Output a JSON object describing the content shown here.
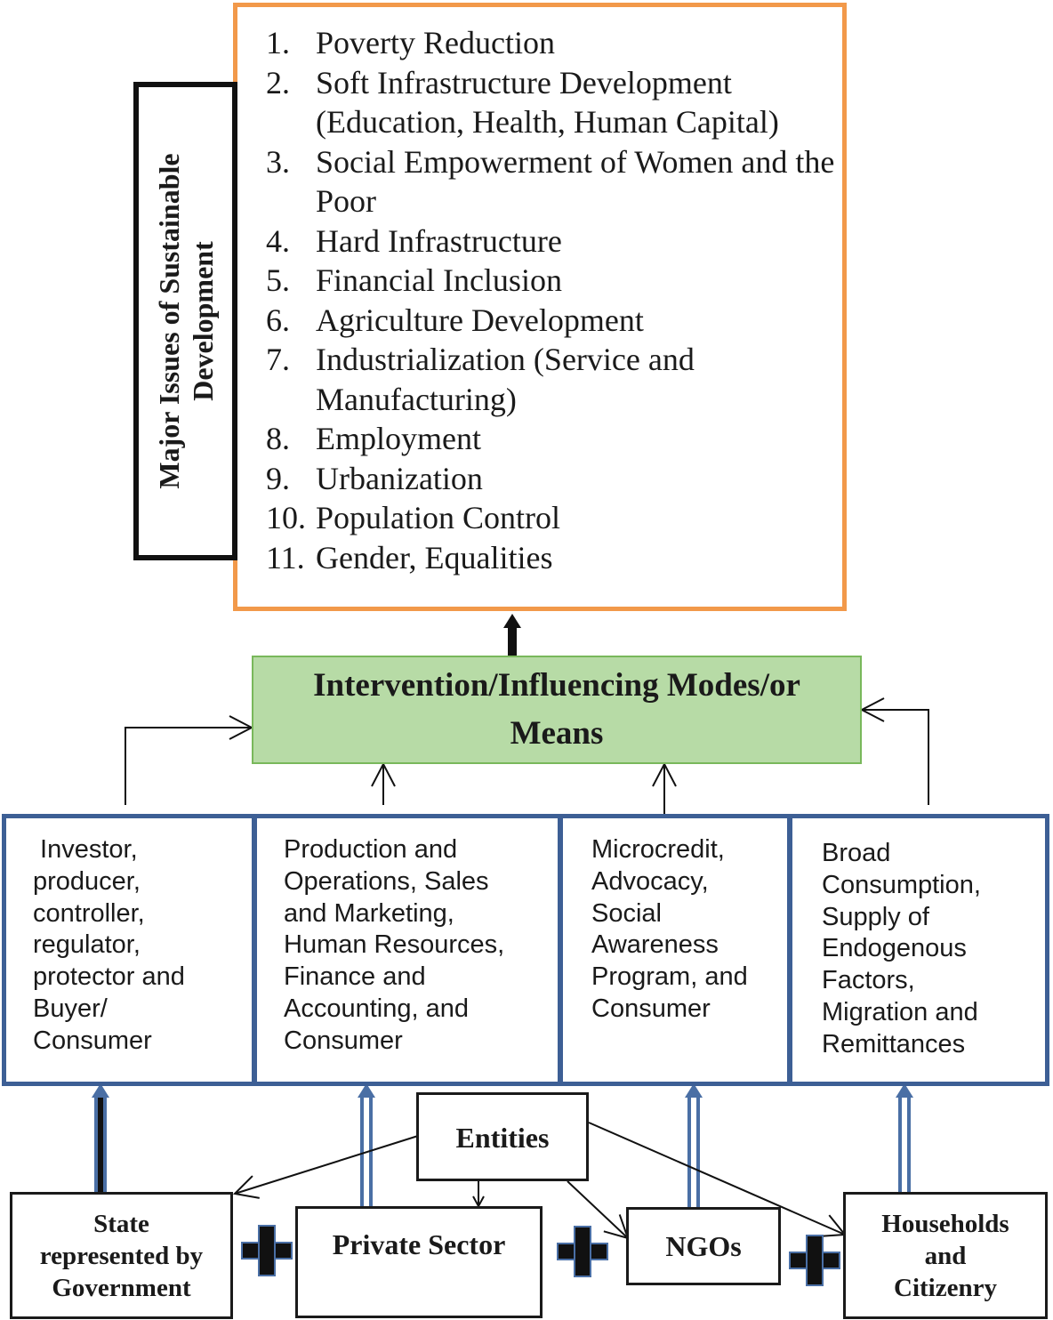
{
  "side_label": "Major Issues of Sustainable Development",
  "issues": [
    {
      "num": "1.",
      "text": "Poverty Reduction"
    },
    {
      "num": "2.",
      "text": "Soft Infrastructure Development (Education, Health, Human Capital)"
    },
    {
      "num": "3.",
      "text": "Social Empowerment of Women and the Poor"
    },
    {
      "num": "4.",
      "text": "Hard Infrastructure"
    },
    {
      "num": "5.",
      "text": "Financial Inclusion"
    },
    {
      "num": "6.",
      "text": "Agriculture Development"
    },
    {
      "num": "7.",
      "text": "Industrialization (Service and Manufacturing)"
    },
    {
      "num": "8.",
      "text": "Employment"
    },
    {
      "num": "9.",
      "text": "Urbanization"
    },
    {
      "num": "10.",
      "text": "Population Control"
    },
    {
      "num": "11.",
      "text": "Gender, Equalities"
    }
  ],
  "intervention": {
    "line1": "Intervention/Influencing Modes/or",
    "line2": "Means"
  },
  "roles": [
    {
      "lines": [
        " Investor,",
        "producer,",
        "controller,",
        "regulator,",
        "protector and",
        "Buyer/",
        "Consumer"
      ]
    },
    {
      "lines": [
        "Production and",
        "Operations, Sales",
        "and Marketing,",
        "Human Resources,",
        "Finance and",
        "Accounting, and",
        "Consumer"
      ]
    },
    {
      "lines": [
        "Microcredit,",
        "Advocacy,",
        "Social",
        "Awareness",
        "Program, and",
        "Consumer"
      ]
    },
    {
      "lines": [
        "Broad",
        "Consumption,",
        "Supply of",
        "Endogenous",
        "Factors,",
        "Migration and",
        "Remittances"
      ]
    }
  ],
  "entities": {
    "label": "Entities",
    "state": [
      "State",
      "represented by",
      "Government"
    ],
    "private_sector": "Private Sector",
    "ngos": "NGOs",
    "households": [
      "Households",
      "and",
      "Citizenry"
    ]
  },
  "colors": {
    "issues_border": "#f2994a",
    "intervention_fill": "#b7dba6",
    "intervention_border": "#79b85b",
    "role_border": "#3d5f95",
    "arrow_blue": "#4a6fa5"
  }
}
